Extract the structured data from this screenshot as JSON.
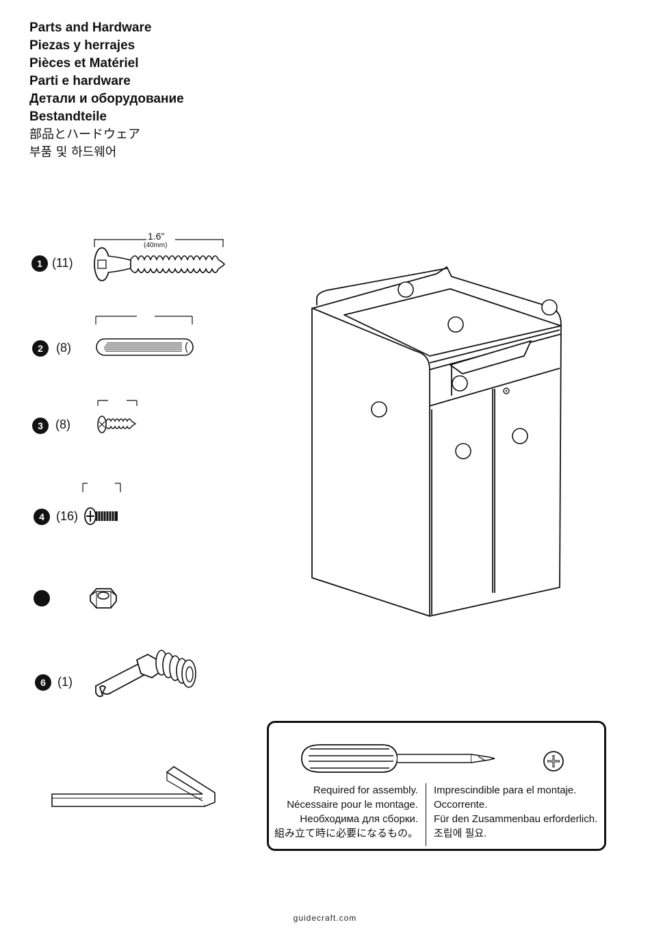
{
  "titles": [
    "Parts and Hardware",
    "Piezas y herrajes",
    "Pièces et Matériel",
    "Parti e hardware",
    "Детали и оборудование",
    "Bestandteile",
    "部品とハードウェア",
    "부품 및 하드웨어"
  ],
  "parts": [
    {
      "number": "1",
      "qty": "(11)",
      "dim_in": "1.6\"",
      "dim_mm": "(40mm)",
      "icon": "long-screw-icon"
    },
    {
      "number": "2",
      "qty": "(8)",
      "icon": "wooden-dowel-icon"
    },
    {
      "number": "3",
      "qty": "(8)",
      "icon": "wood-screw-icon"
    },
    {
      "number": "4",
      "qty": "(16)",
      "icon": "machine-screw-icon"
    },
    {
      "number": "",
      "qty": "",
      "icon": "hex-nut-icon"
    },
    {
      "number": "6",
      "qty": "(1)",
      "icon": "cam-lock-icon"
    }
  ],
  "allen_key_icon": "allen-key-icon",
  "toolbox": {
    "left_lines": [
      "Required for assembly.",
      "Nécessaire pour le montage.",
      "Необходима для сборки.",
      "組み立て時に必要になるもの。"
    ],
    "right_lines": [
      "Imprescindible para el montaje.",
      "Occorrente.",
      "Für den Zusammenbau erforderlich.",
      "조립에 필요."
    ],
    "tool_icon": "phillips-screwdriver-icon",
    "tip_icon": "phillips-head-icon"
  },
  "footer": "guidecraft.com",
  "colors": {
    "ink": "#111111",
    "background": "#ffffff"
  }
}
